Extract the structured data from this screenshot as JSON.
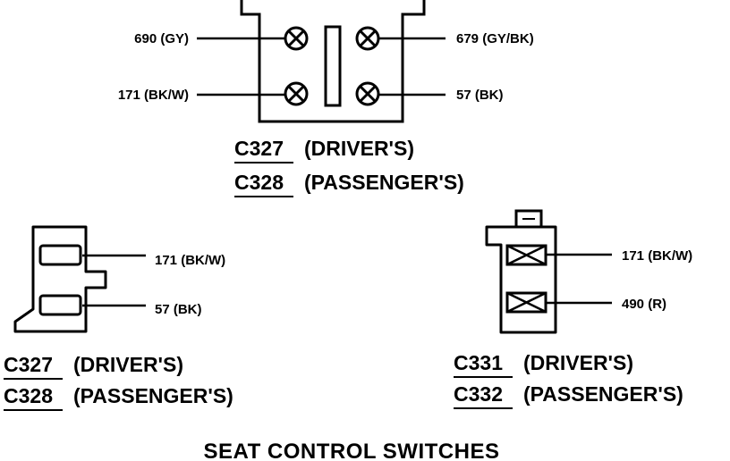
{
  "title": "SEAT CONTROL SWITCHES",
  "connector_a": {
    "wires": {
      "top_left": "690 (GY)",
      "bottom_left": "171 (BK/W)",
      "top_right": "679 (GY/BK)",
      "bottom_right": "57 (BK)"
    },
    "ids": [
      {
        "code": "C327",
        "desc": "(DRIVER'S)"
      },
      {
        "code": "C328",
        "desc": "(PASSENGER'S)"
      }
    ]
  },
  "connector_b": {
    "wires": {
      "top": "171 (BK/W)",
      "bottom": "57 (BK)"
    },
    "ids": [
      {
        "code": "C327",
        "desc": "(DRIVER'S)"
      },
      {
        "code": "C328",
        "desc": "(PASSENGER'S)"
      }
    ]
  },
  "connector_c": {
    "wires": {
      "top": "171 (BK/W)",
      "bottom": "490 (R)"
    },
    "ids": [
      {
        "code": "C331",
        "desc": "(DRIVER'S)"
      },
      {
        "code": "C332",
        "desc": "(PASSENGER'S)"
      }
    ]
  }
}
